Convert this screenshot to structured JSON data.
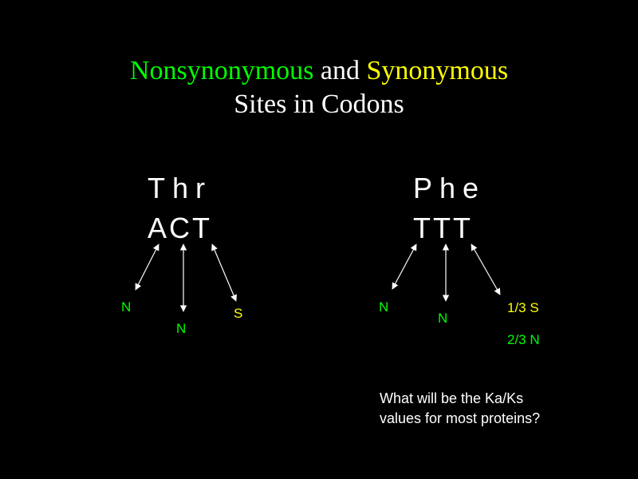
{
  "colors": {
    "background": "#000000",
    "nonsynonymous": "#00ff00",
    "synonymous": "#ffff00",
    "text": "#ffffff"
  },
  "title": {
    "nonsynonymous_word": "Nonsynonymous",
    "and_word": " and ",
    "synonymous_word": "Synonymous",
    "line2": "Sites in Codons"
  },
  "codons": {
    "thr": {
      "amino_acid": "Thr",
      "codon": "ACT",
      "labels": {
        "first": "N",
        "second": "N",
        "third": "S"
      }
    },
    "phe": {
      "amino_acid": "Phe",
      "codon": "TTT",
      "labels": {
        "first": "N",
        "second": "N",
        "third_synonymous": "1/3 S",
        "third_nonsynonymous": "2/3 N"
      }
    }
  },
  "question": "What will be the Ka/Ks values for most proteins?"
}
